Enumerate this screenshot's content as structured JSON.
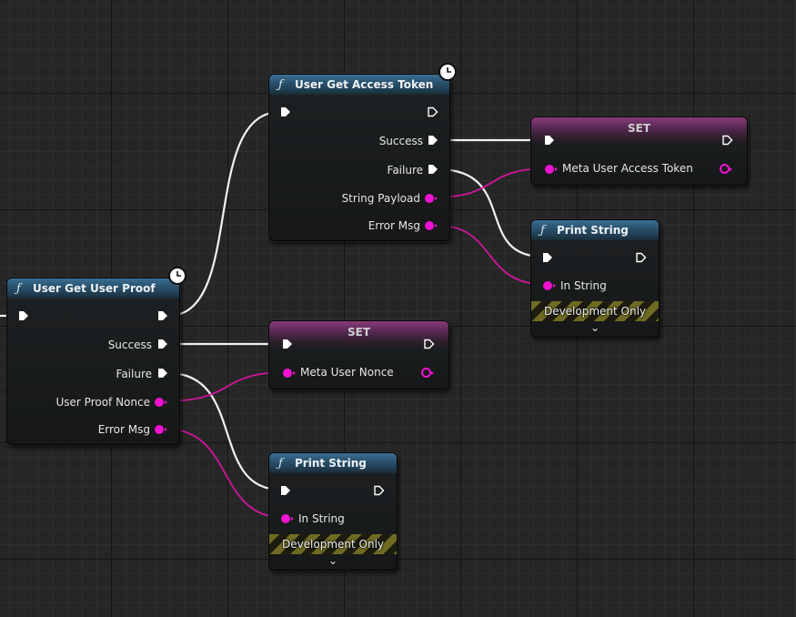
{
  "colors": {
    "exec_wire": "#f2f2f2",
    "string_wire": "#d0169b",
    "string_pin": "#f013d0",
    "function_header": "#2b5673",
    "set_header": "#8a3b7a"
  },
  "nodes": {
    "get_user_proof": {
      "title": "User Get User Proof",
      "icon": "function-icon",
      "latent_icon": "clock-icon",
      "outputs": {
        "success": "Success",
        "failure": "Failure",
        "nonce": "User Proof Nonce",
        "error": "Error Msg"
      }
    },
    "get_access_token": {
      "title": "User Get Access Token",
      "icon": "function-icon",
      "latent_icon": "clock-icon",
      "outputs": {
        "success": "Success",
        "failure": "Failure",
        "payload": "String Payload",
        "error": "Error Msg"
      }
    },
    "set_access_token": {
      "title": "SET",
      "variable": "Meta User Access Token"
    },
    "set_nonce": {
      "title": "SET",
      "variable": "Meta User Nonce"
    },
    "print_string_top": {
      "title": "Print String",
      "icon": "function-icon",
      "input": "In String",
      "footer": "Development Only",
      "expand_icon": "chevron-down-icon"
    },
    "print_string_bottom": {
      "title": "Print String",
      "icon": "function-icon",
      "input": "In String",
      "footer": "Development Only",
      "expand_icon": "chevron-down-icon"
    }
  }
}
